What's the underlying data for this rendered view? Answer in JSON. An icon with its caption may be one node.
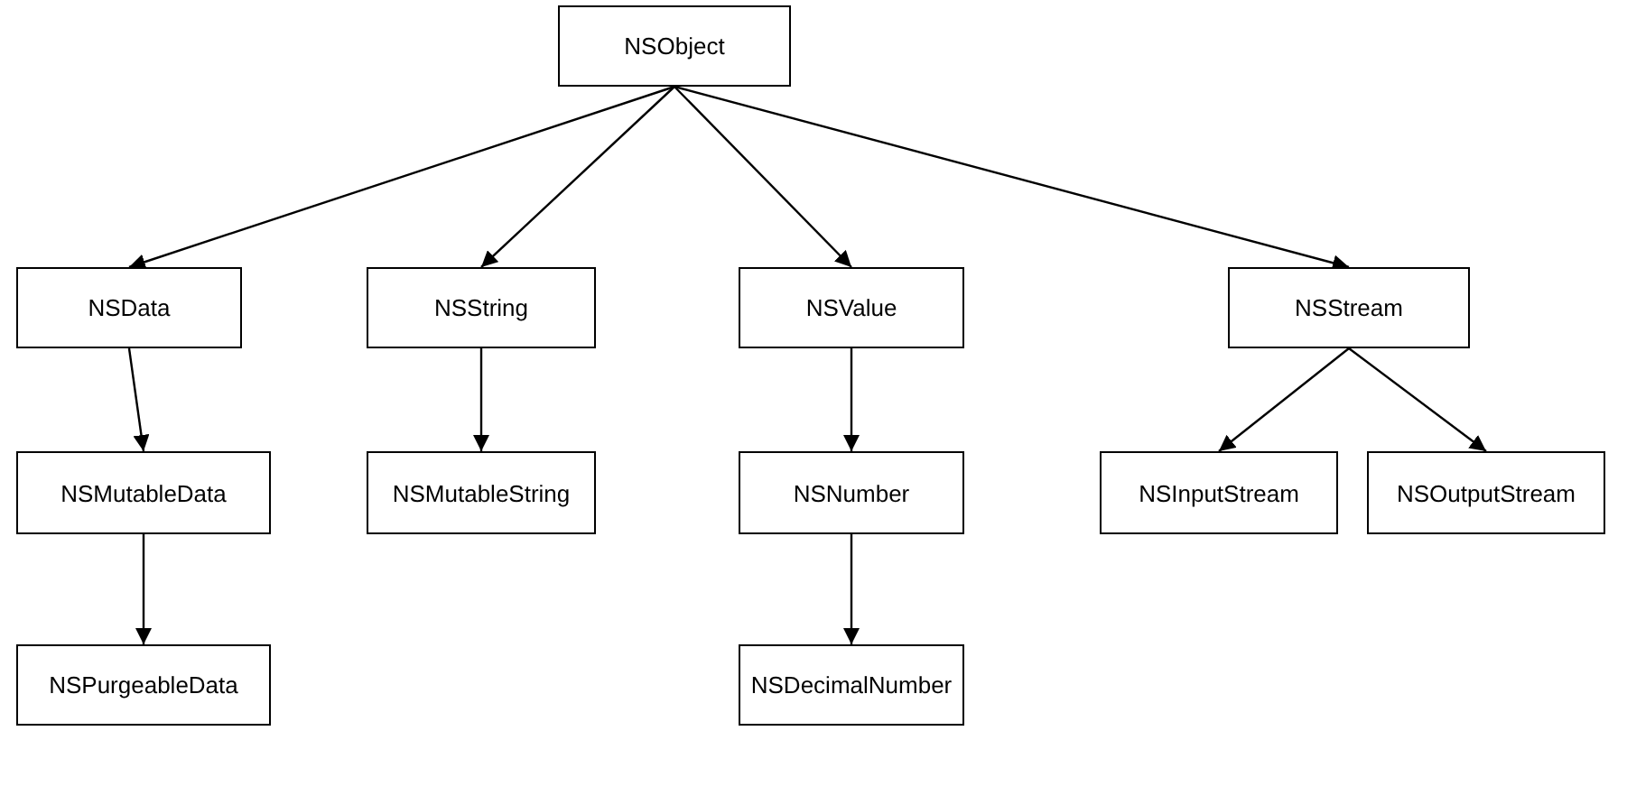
{
  "diagram": {
    "nodes": [
      {
        "text": [
          "NSObject"
        ]
      },
      {
        "text": [
          "NSData"
        ]
      },
      {
        "text": [
          "NSString"
        ]
      },
      {
        "text": [
          "NSValue"
        ]
      },
      {
        "text": [
          "NSStream"
        ]
      },
      {
        "text": [
          "NSMutableData"
        ]
      },
      {
        "text": [
          "NSMutableString"
        ]
      },
      {
        "text": [
          "NSNumber"
        ]
      },
      {
        "text": [
          "NSInputStream"
        ]
      },
      {
        "text": [
          "NSOutputStream"
        ]
      },
      {
        "text": [
          "NSPurgeableData"
        ]
      },
      {
        "text": [
          "NSDecimalNumber"
        ]
      }
    ],
    "edges": [
      {
        "from": 0,
        "to": 1,
        "arrow": "to"
      },
      {
        "from": 0,
        "to": 2,
        "arrow": "to"
      },
      {
        "from": 0,
        "to": 3,
        "arrow": "to"
      },
      {
        "from": 0,
        "to": 4,
        "arrow": "to"
      },
      {
        "from": 1,
        "to": 5,
        "arrow": "to"
      },
      {
        "from": 2,
        "to": 6,
        "arrow": "to"
      },
      {
        "from": 3,
        "to": 7,
        "arrow": "to"
      },
      {
        "from": 4,
        "to": 8,
        "arrow": "to"
      },
      {
        "from": 4,
        "to": 9,
        "arrow": "to"
      },
      {
        "from": 5,
        "to": 10,
        "arrow": "to"
      },
      {
        "from": 7,
        "to": 11,
        "arrow": "to"
      }
    ]
  }
}
